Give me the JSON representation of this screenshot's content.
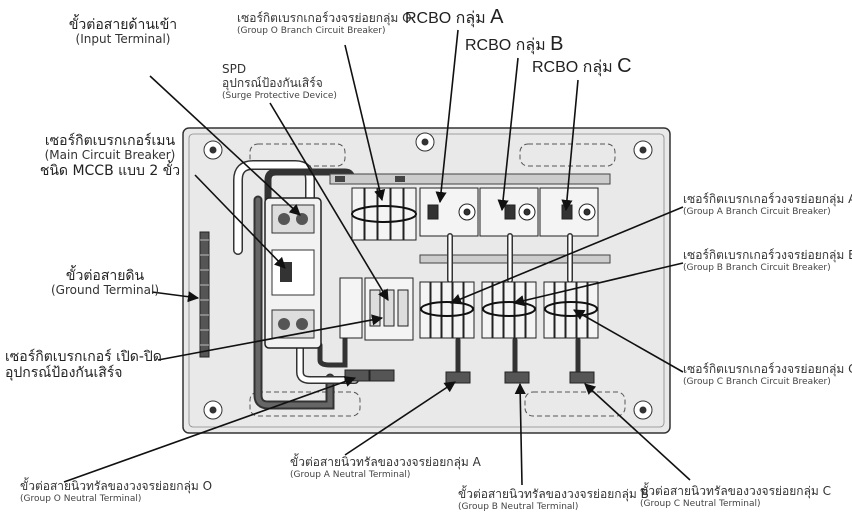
{
  "labels": {
    "input_terminal": {
      "th": "ขั้วต่อสายด้านเข้า",
      "en": "(Input Terminal)"
    },
    "main_breaker": {
      "th": "เซอร์กิตเบรกเกอร์เมน",
      "en": "(Main Circuit Breaker)",
      "type": "ชนิด MCCB แบบ 2 ขั้ว"
    },
    "ground_terminal": {
      "th": "ขั้วต่อสายดิน",
      "en": "(Ground Terminal)"
    },
    "spd_breaker": {
      "th1": "เซอร์กิตเบรกเกอร์ เปิด-ปิด",
      "th2": "อุปกรณ์ป้องกันเสิร์จ"
    },
    "spd": {
      "code": "SPD",
      "th": "อุปกรณ์ป้องกันเสิร์จ",
      "en": "(Surge Protective Device)"
    },
    "group_o_breaker": {
      "th": "เซอร์กิตเบรกเกอร์วงจรย่อยกลุ่ม O",
      "en": "(Group O Branch Circuit Breaker)"
    },
    "rcbo_a": {
      "text": "RCBO กลุ่ม",
      "group": "A"
    },
    "rcbo_b": {
      "text": "RCBO กลุ่ม",
      "group": "B"
    },
    "rcbo_c": {
      "text": "RCBO กลุ่ม",
      "group": "C"
    },
    "group_a_breaker": {
      "th": "เซอร์กิตเบรกเกอร์วงจรย่อยกลุ่ม A",
      "en": "(Group A Branch Circuit Breaker)"
    },
    "group_b_breaker": {
      "th": "เซอร์กิตเบรกเกอร์วงจรย่อยกลุ่ม B",
      "en": "(Group B Branch Circuit Breaker)"
    },
    "group_c_breaker": {
      "th": "เซอร์กิตเบรกเกอร์วงจรย่อยกลุ่ม C",
      "en": "(Group C Branch Circuit Breaker)"
    },
    "group_o_neutral": {
      "th": "ขั้วต่อสายนิวทรัลของวงจรย่อยกลุ่ม O",
      "en": "(Group O Neutral Terminal)"
    },
    "group_a_neutral": {
      "th": "ขั้วต่อสายนิวทรัลของวงจรย่อยกลุ่ม A",
      "en": "(Group A Neutral Terminal)"
    },
    "group_b_neutral": {
      "th": "ขั้วต่อสายนิวทรัลของวงจรย่อยกลุ่ม B",
      "en": "(Group B Neutral Terminal)"
    },
    "group_c_neutral": {
      "th": "ขั้วต่อสายนิวทรัลของวงจรย่อยกลุ่ม C",
      "en": "(Group C Neutral Terminal)"
    }
  },
  "colors": {
    "panel": "#e9e9e9",
    "panel_stroke": "#333333",
    "breaker": "#f4f4f4",
    "cable_dark": "#333333",
    "cable_light": "#ffffff",
    "line": "#111111"
  }
}
